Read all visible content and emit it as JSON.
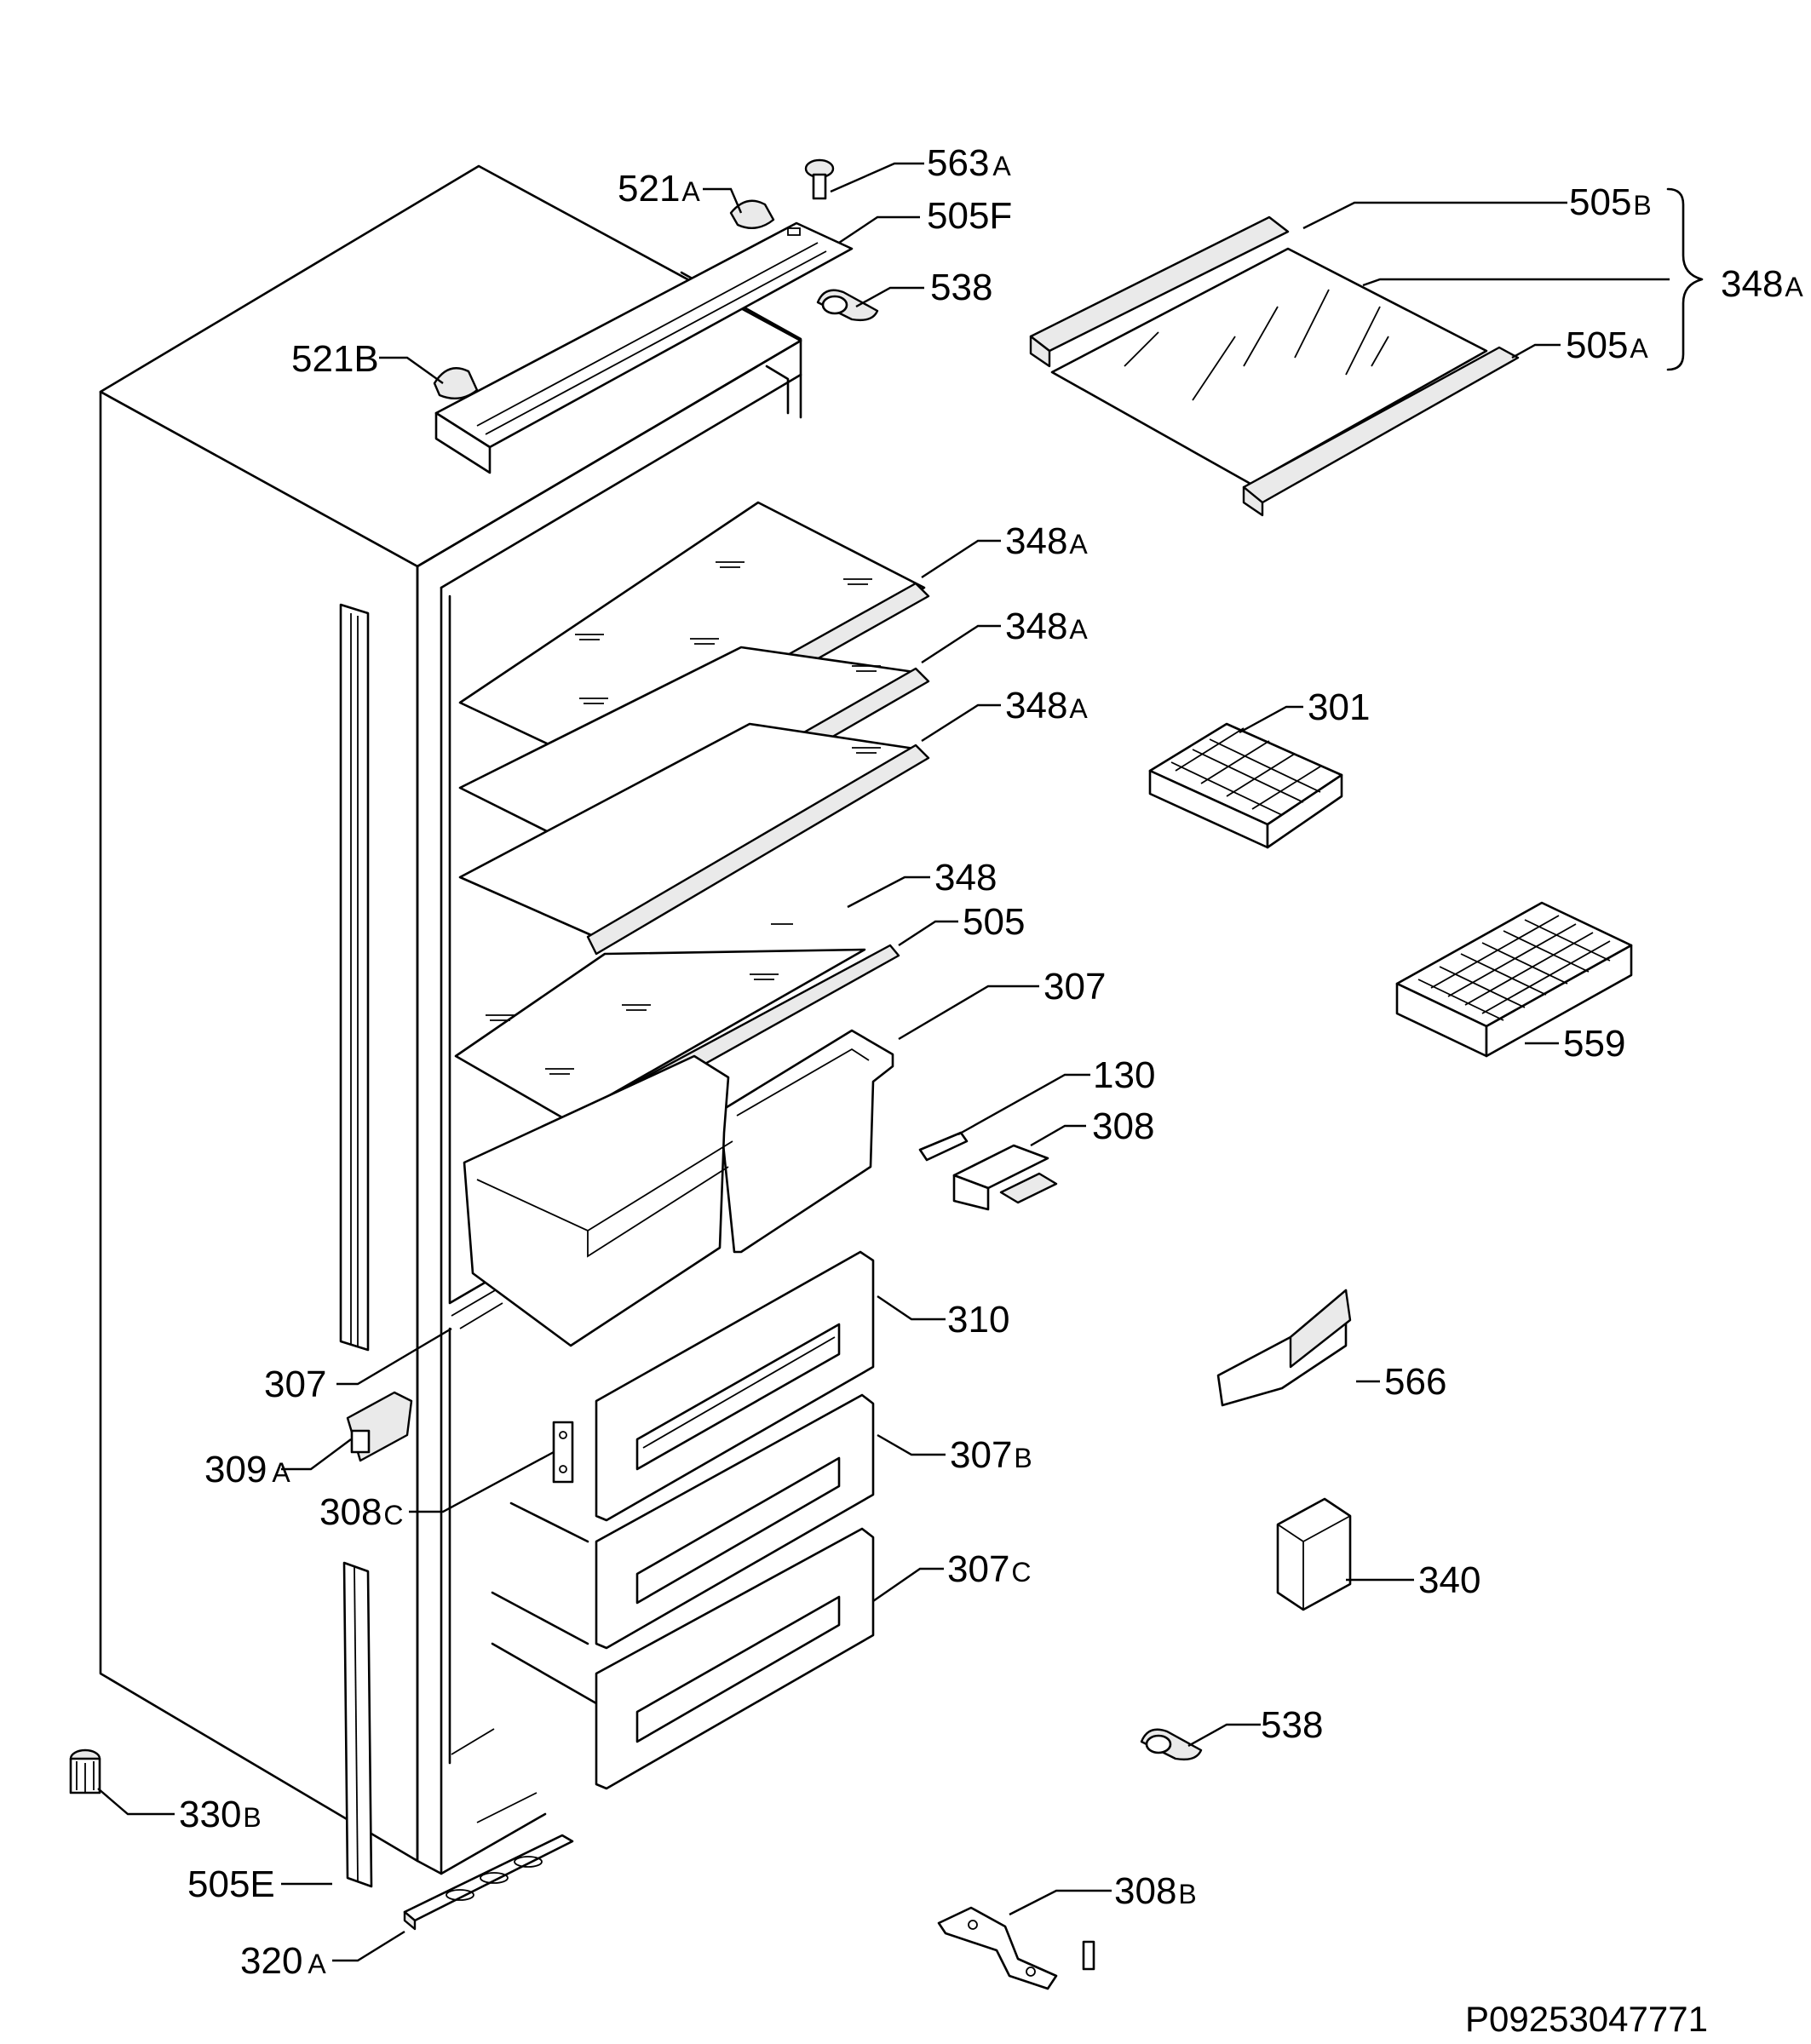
{
  "drawing_number": "P09253047771",
  "callouts": [
    {
      "id": "c563a",
      "text": "563",
      "suffix": "A"
    },
    {
      "id": "c521a",
      "text": "521",
      "suffix": "A"
    },
    {
      "id": "c505f",
      "text": "505F",
      "suffix": ""
    },
    {
      "id": "c538top",
      "text": "538",
      "suffix": ""
    },
    {
      "id": "c521b",
      "text": "521B",
      "suffix": ""
    },
    {
      "id": "c505b",
      "text": "505",
      "suffix": "B"
    },
    {
      "id": "c348a_group",
      "text": "348",
      "suffix": "A"
    },
    {
      "id": "c505a",
      "text": "505",
      "suffix": "A"
    },
    {
      "id": "c348a_1",
      "text": "348",
      "suffix": "A"
    },
    {
      "id": "c348a_2",
      "text": "348",
      "suffix": "A"
    },
    {
      "id": "c348a_3",
      "text": "348",
      "suffix": "A"
    },
    {
      "id": "c301",
      "text": "301",
      "suffix": ""
    },
    {
      "id": "c348",
      "text": "348",
      "suffix": ""
    },
    {
      "id": "c505",
      "text": "505",
      "suffix": ""
    },
    {
      "id": "c307",
      "text": "307",
      "suffix": ""
    },
    {
      "id": "c559",
      "text": "559",
      "suffix": ""
    },
    {
      "id": "c130",
      "text": "130",
      "suffix": ""
    },
    {
      "id": "c308",
      "text": "308",
      "suffix": ""
    },
    {
      "id": "c310",
      "text": "310",
      "suffix": ""
    },
    {
      "id": "c307left",
      "text": "307",
      "suffix": ""
    },
    {
      "id": "c566",
      "text": "566",
      "suffix": ""
    },
    {
      "id": "c309a",
      "text": "309",
      "suffix": "A"
    },
    {
      "id": "c307b",
      "text": "307",
      "suffix": "B"
    },
    {
      "id": "c308c",
      "text": "308",
      "suffix": "C"
    },
    {
      "id": "c340",
      "text": "340",
      "suffix": ""
    },
    {
      "id": "c307c",
      "text": "307",
      "suffix": "C"
    },
    {
      "id": "c538bot",
      "text": "538",
      "suffix": ""
    },
    {
      "id": "c330b",
      "text": "330",
      "suffix": "B"
    },
    {
      "id": "c505e",
      "text": "505E",
      "suffix": ""
    },
    {
      "id": "c308b",
      "text": "308",
      "suffix": "B"
    },
    {
      "id": "c320a",
      "text": "320",
      "suffix": "A"
    }
  ]
}
